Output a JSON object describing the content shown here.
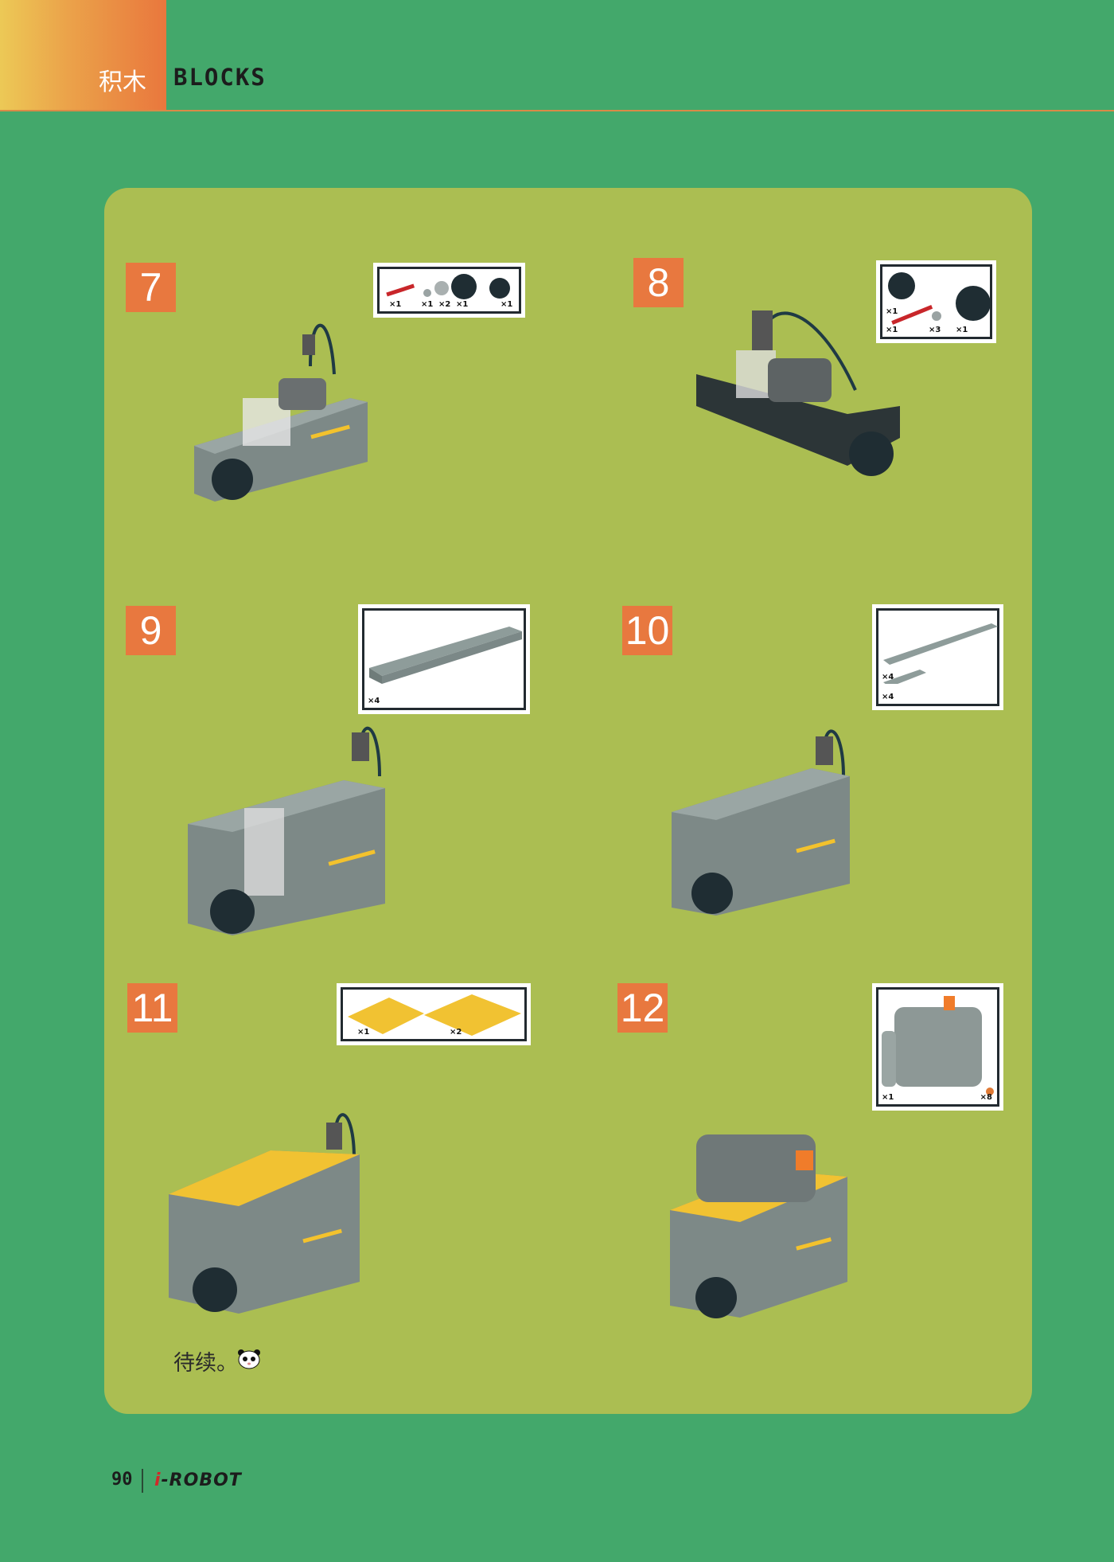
{
  "header": {
    "section_cn": "积木",
    "section_en": "BLOCKS",
    "accent": "#e9773d"
  },
  "steps": [
    {
      "number": "7",
      "parts": [
        "×1",
        "×1",
        "×2",
        "×1",
        "×1"
      ]
    },
    {
      "number": "8",
      "parts": [
        "×1",
        "×1",
        "×3",
        "×1"
      ]
    },
    {
      "number": "9",
      "parts": [
        "×4"
      ]
    },
    {
      "number": "10",
      "parts": [
        "×4",
        "×4"
      ]
    },
    {
      "number": "11",
      "parts": [
        "×1",
        "×2"
      ]
    },
    {
      "number": "12",
      "parts": [
        "×1",
        "×8"
      ]
    }
  ],
  "footer_note": "待续。",
  "footer": {
    "page": "90",
    "brand_i": "i",
    "brand_rest": "-ROBOT"
  }
}
